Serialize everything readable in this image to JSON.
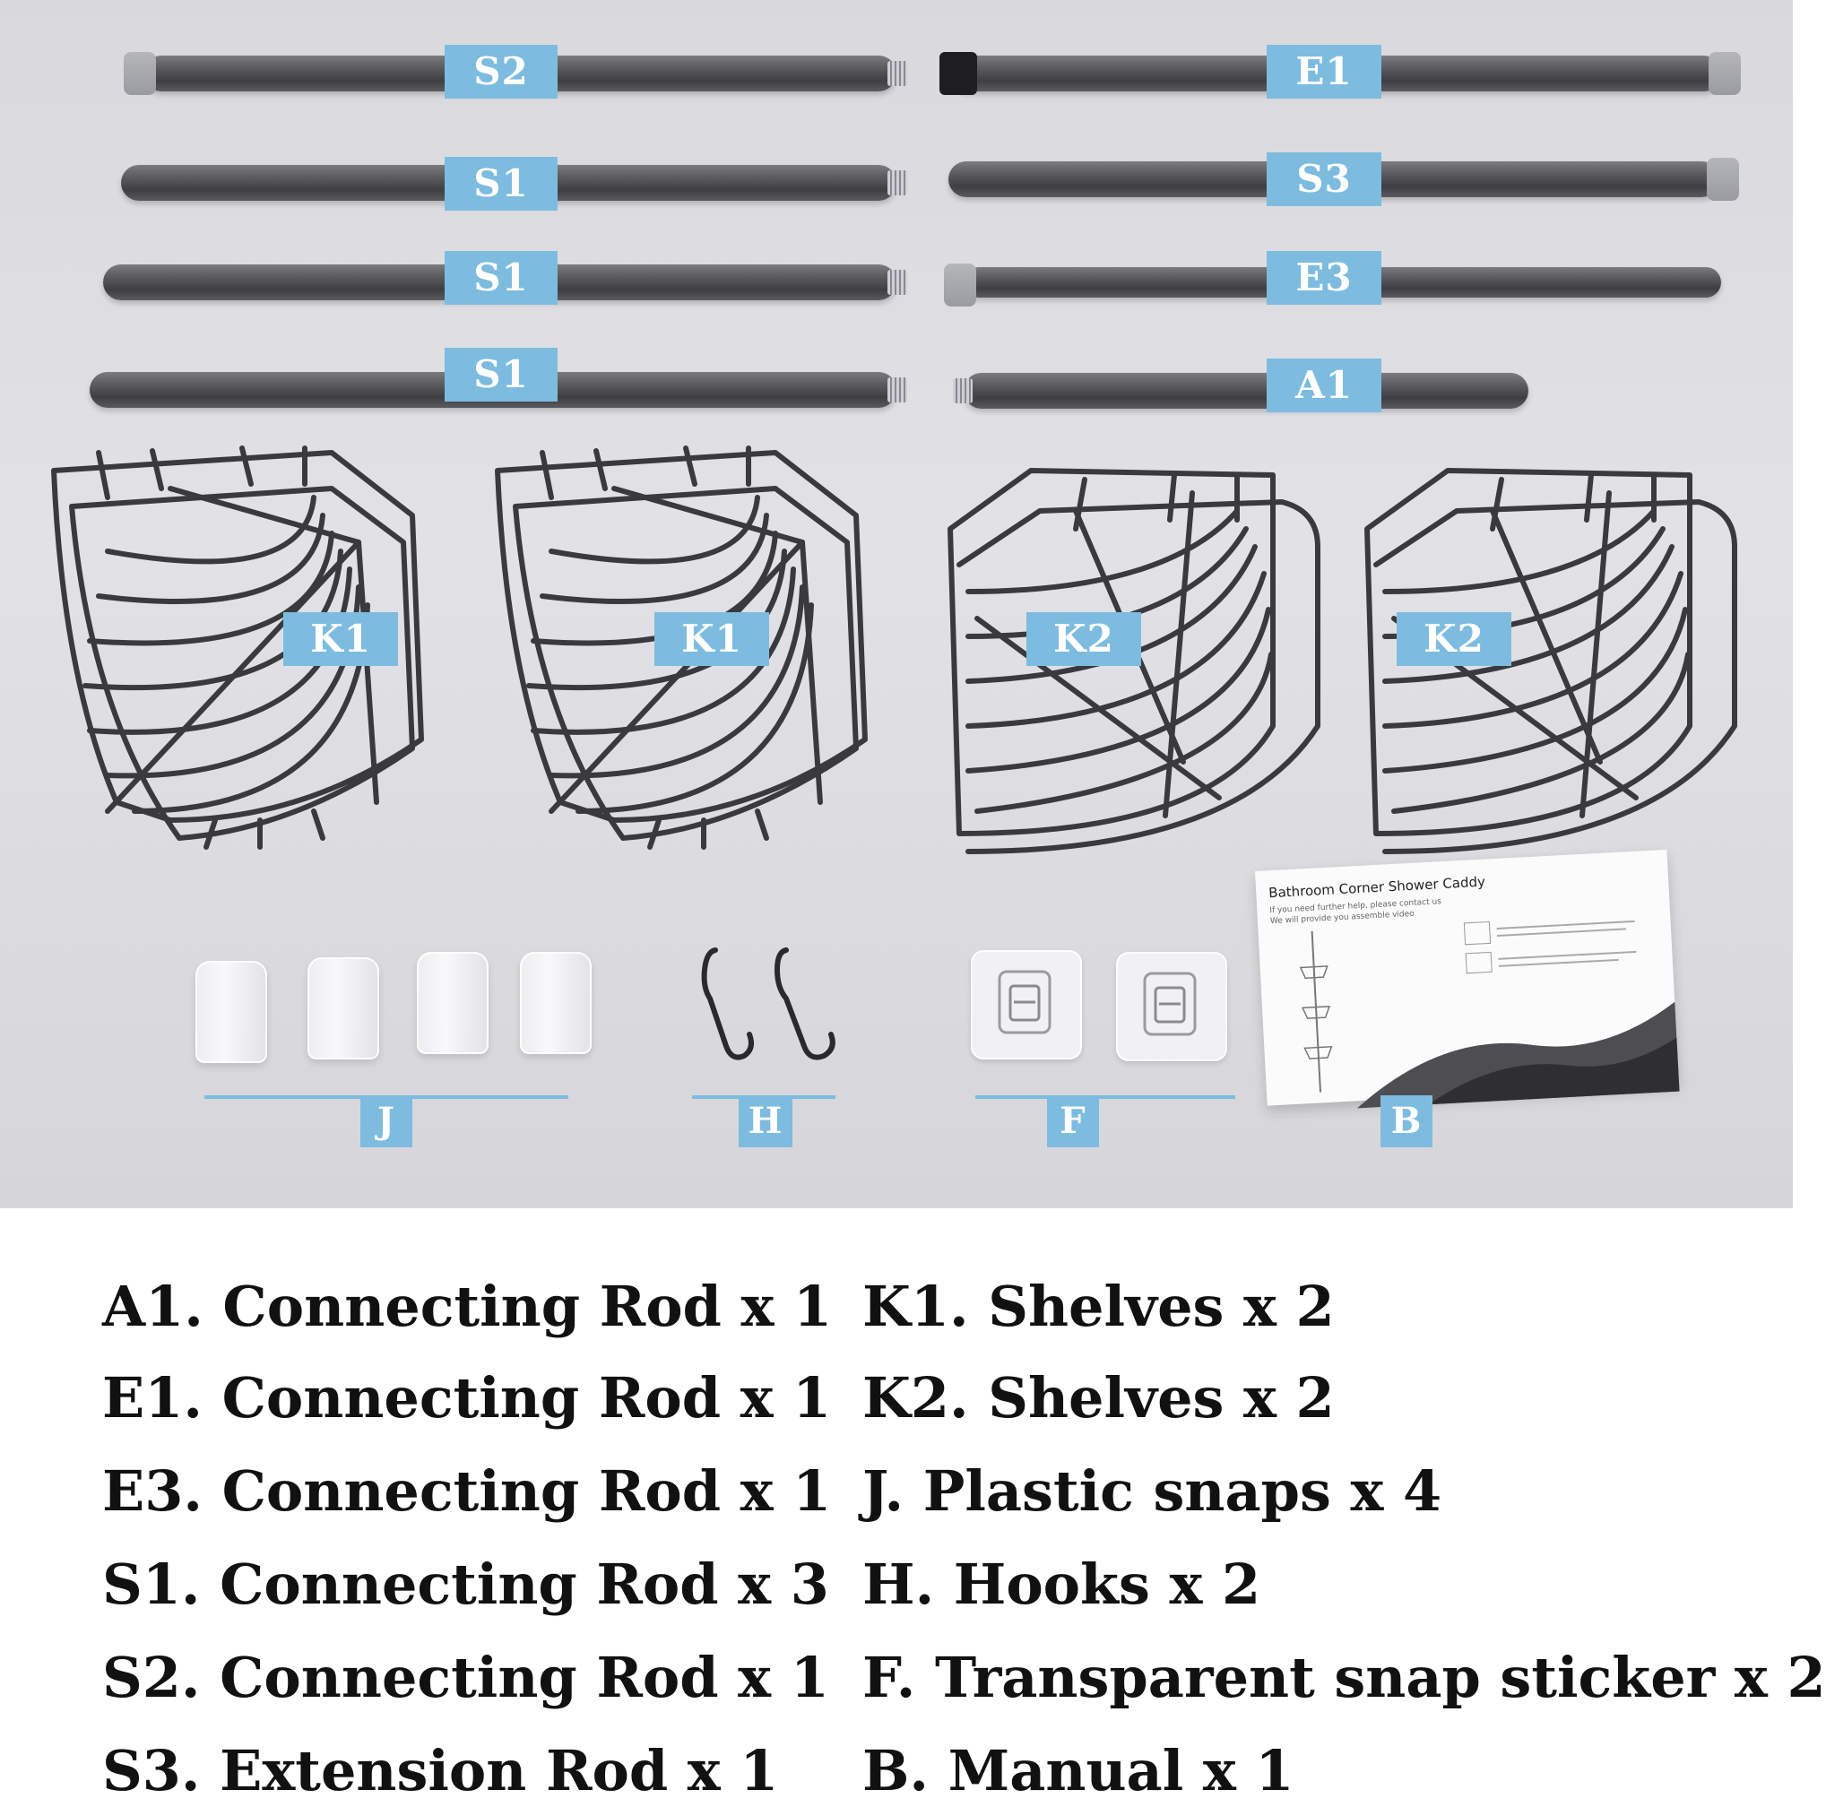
{
  "labels": {
    "s2": "S2",
    "e1": "E1",
    "s1_a": "S1",
    "s3": "S3",
    "s1_b": "S1",
    "e3": "E3",
    "s1_c": "S1",
    "a1": "A1",
    "k1_a": "K1",
    "k1_b": "K1",
    "k2_a": "K2",
    "k2_b": "K2",
    "j": "J",
    "h": "H",
    "f": "F",
    "b": "B"
  },
  "manual": {
    "title": "Bathroom Corner Shower Caddy",
    "line1": "If you need further help, please contact us",
    "line2": "We will provide you assemble video"
  },
  "legend_left": [
    "A1. Connecting Rod x 1",
    "E1. Connecting Rod x 1",
    "E3. Connecting Rod x 1",
    "S1. Connecting Rod x 3",
    "S2. Connecting Rod x 1",
    "S3. Extension Rod x 1"
  ],
  "legend_right": [
    "K1. Shelves x 2",
    "K2. Shelves x 2",
    "J. Plastic snaps x 4",
    "H. Hooks x 2",
    "F. Transparent snap sticker x 2",
    "B. Manual x 1"
  ],
  "colors": {
    "label_bg": "#7dbcdf",
    "label_text": "#ffffff",
    "rod": "#4a4a4f",
    "wire": "#3a3a3e"
  }
}
